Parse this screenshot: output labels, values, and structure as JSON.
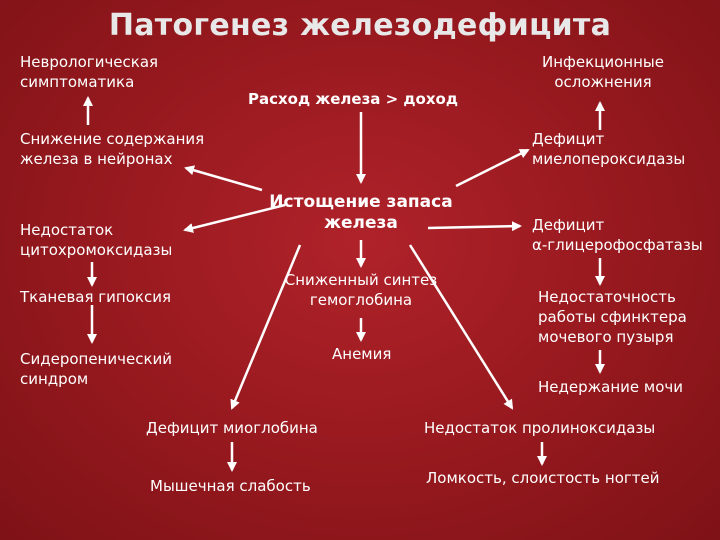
{
  "title": "Патогенез железодефицита",
  "nodes": {
    "neuro_symptoms": "Неврологическая\nсимптоматика",
    "iron_balance": "Расход железа > доход",
    "infections": "Инфекционные\nосложнения",
    "neuron_iron": "Снижение содержания\nжелеза в нейронах",
    "mpo_deficit": "Дефицит\nмиелопероксидазы",
    "depletion": "Истощение запаса\nжелеза",
    "cytochrome": "Недостаток\nцитохромоксидазы",
    "gpd_deficit": "Дефицит\nα-глицерофосфатазы",
    "hb_synthesis": "Сниженный синтез\nгемоглобина",
    "hypoxia": "Тканевая гипоксия",
    "sphincter": "Недостаточность\nработы сфинктера\nмочевого пузыря",
    "anemia": "Анемия",
    "sideropenic": "Сидеропенический\nсиндром",
    "incontinence": "Недержание мочи",
    "myoglobin": "Дефицит миоглобина",
    "prolyl": "Недостаток пролиноксидазы",
    "weakness": "Мышечная слабость",
    "nails": "Ломкость, слоистость ногтей"
  }
}
